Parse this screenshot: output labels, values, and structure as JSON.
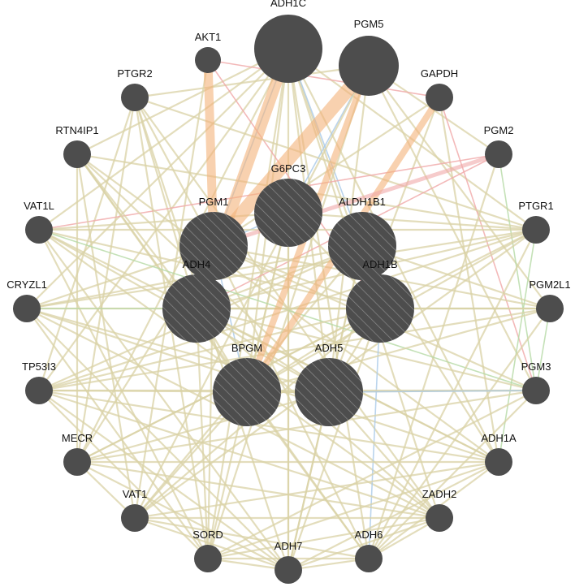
{
  "colors": {
    "node": "#4d4d4d",
    "hatch": "#8a8a8a",
    "edge_coexpression": "#d9d2a6",
    "edge_physical": "#f3b37a",
    "edge_pathway": "#a9c9e8",
    "edge_colocalization": "#b5d9a5",
    "edge_predicted": "#f0a8a8",
    "label": "#111111"
  },
  "nodes": [
    {
      "id": "ADH1C",
      "label": "ADH1C",
      "query": false,
      "weight": 3
    },
    {
      "id": "PGM5",
      "label": "PGM5",
      "query": false,
      "weight": 3
    },
    {
      "id": "AKT1",
      "label": "AKT1",
      "query": false,
      "weight": 1
    },
    {
      "id": "GAPDH",
      "label": "GAPDH",
      "query": false,
      "weight": 1
    },
    {
      "id": "PTGR2",
      "label": "PTGR2",
      "query": false,
      "weight": 1
    },
    {
      "id": "PGM2",
      "label": "PGM2",
      "query": false,
      "weight": 1
    },
    {
      "id": "RTN4IP1",
      "label": "RTN4IP1",
      "query": false,
      "weight": 1
    },
    {
      "id": "G6PC3",
      "label": "G6PC3",
      "query": true,
      "weight": 3
    },
    {
      "id": "PGM1",
      "label": "PGM1",
      "query": true,
      "weight": 3
    },
    {
      "id": "ALDH1B1",
      "label": "ALDH1B1",
      "query": true,
      "weight": 3
    },
    {
      "id": "VAT1L",
      "label": "VAT1L",
      "query": false,
      "weight": 1
    },
    {
      "id": "PTGR1",
      "label": "PTGR1",
      "query": false,
      "weight": 1
    },
    {
      "id": "CRYZL1",
      "label": "CRYZL1",
      "query": false,
      "weight": 1
    },
    {
      "id": "ADH4",
      "label": "ADH4",
      "query": true,
      "weight": 3
    },
    {
      "id": "ADH1B",
      "label": "ADH1B",
      "query": true,
      "weight": 3
    },
    {
      "id": "PGM2L1",
      "label": "PGM2L1",
      "query": false,
      "weight": 1
    },
    {
      "id": "TP53I3",
      "label": "TP53I3",
      "query": false,
      "weight": 1
    },
    {
      "id": "BPGM",
      "label": "BPGM",
      "query": true,
      "weight": 3
    },
    {
      "id": "ADH5",
      "label": "ADH5",
      "query": true,
      "weight": 3
    },
    {
      "id": "PGM3",
      "label": "PGM3",
      "query": false,
      "weight": 1
    },
    {
      "id": "MECR",
      "label": "MECR",
      "query": false,
      "weight": 1
    },
    {
      "id": "ADH1A",
      "label": "ADH1A",
      "query": false,
      "weight": 1
    },
    {
      "id": "VAT1",
      "label": "VAT1",
      "query": false,
      "weight": 1
    },
    {
      "id": "ZADH2",
      "label": "ZADH2",
      "query": false,
      "weight": 1
    },
    {
      "id": "SORD",
      "label": "SORD",
      "query": false,
      "weight": 1
    },
    {
      "id": "ADH6",
      "label": "ADH6",
      "query": false,
      "weight": 1
    },
    {
      "id": "ADH7",
      "label": "ADH7",
      "query": false,
      "weight": 1
    }
  ],
  "edges_strong": [
    {
      "source": "PGM5",
      "target": "PGM1",
      "type": "physical",
      "weight": 5
    },
    {
      "source": "ADH1C",
      "target": "ADH4",
      "type": "physical",
      "weight": 4
    },
    {
      "source": "AKT1",
      "target": "PGM1",
      "type": "physical",
      "weight": 3
    },
    {
      "source": "GAPDH",
      "target": "BPGM",
      "type": "physical",
      "weight": 2
    },
    {
      "source": "PGM2",
      "target": "PGM1",
      "type": "predicted",
      "weight": 1
    },
    {
      "source": "PGM5",
      "target": "BPGM",
      "type": "physical",
      "weight": 2
    }
  ],
  "edges": [
    [
      "ADH1C",
      "PGM1",
      "pathway"
    ],
    [
      "ADH1C",
      "ADH1B",
      "coexpression"
    ],
    [
      "ADH1C",
      "ADH5",
      "coexpression"
    ],
    [
      "ADH1C",
      "ALDH1B1",
      "pathway"
    ],
    [
      "ADH1C",
      "ADH1A",
      "coexpression"
    ],
    [
      "ADH1C",
      "ADH6",
      "coexpression"
    ],
    [
      "ADH1C",
      "ADH7",
      "coexpression"
    ],
    [
      "ADH1C",
      "SORD",
      "coexpression"
    ],
    [
      "ADH1C",
      "PTGR1",
      "coexpression"
    ],
    [
      "ADH1C",
      "VAT1L",
      "coexpression"
    ],
    [
      "ADH1C",
      "RTN4IP1",
      "coexpression"
    ],
    [
      "ADH1C",
      "ZADH2",
      "coexpression"
    ],
    [
      "ADH1C",
      "BPGM",
      "coexpression"
    ],
    [
      "ADH1C",
      "TP53I3",
      "coexpression"
    ],
    [
      "ADH1C",
      "MECR",
      "coexpression"
    ],
    [
      "ADH1C",
      "CRYZL1",
      "coexpression"
    ],
    [
      "PGM5",
      "PGM2",
      "coexpression"
    ],
    [
      "PGM5",
      "PGM3",
      "coexpression"
    ],
    [
      "PGM5",
      "PGM2L1",
      "coexpression"
    ],
    [
      "PGM5",
      "G6PC3",
      "pathway"
    ],
    [
      "PGM5",
      "ADH5",
      "coexpression"
    ],
    [
      "PGM5",
      "VAT1",
      "coexpression"
    ],
    [
      "PGM5",
      "SORD",
      "coexpression"
    ],
    [
      "PGM5",
      "PTGR2",
      "coexpression"
    ],
    [
      "AKT1",
      "ADH1B",
      "predicted"
    ],
    [
      "AKT1",
      "GAPDH",
      "predicted"
    ],
    [
      "AKT1",
      "VAT1",
      "coexpression"
    ],
    [
      "GAPDH",
      "PGM1",
      "coexpression"
    ],
    [
      "GAPDH",
      "ADH5",
      "coexpression"
    ],
    [
      "GAPDH",
      "PGM3",
      "predicted"
    ],
    [
      "GAPDH",
      "ADH1A",
      "coexpression"
    ],
    [
      "PTGR2",
      "PGM1",
      "coexpression"
    ],
    [
      "PTGR2",
      "ADH4",
      "coexpression"
    ],
    [
      "PTGR2",
      "SORD",
      "coexpression"
    ],
    [
      "PTGR2",
      "ADH7",
      "coexpression"
    ],
    [
      "PTGR2",
      "PTGR1",
      "coexpression"
    ],
    [
      "PTGR2",
      "ZADH2",
      "coexpression"
    ],
    [
      "PTGR2",
      "MECR",
      "coexpression"
    ],
    [
      "PTGR2",
      "TP53I3",
      "coexpression"
    ],
    [
      "PGM2",
      "PGM3",
      "colocalization"
    ],
    [
      "PGM2",
      "ADH4",
      "predicted"
    ],
    [
      "PGM2",
      "VAT1L",
      "predicted"
    ],
    [
      "PGM2",
      "ADH6",
      "coexpression"
    ],
    [
      "RTN4IP1",
      "ADH4",
      "coexpression"
    ],
    [
      "RTN4IP1",
      "ADH5",
      "coexpression"
    ],
    [
      "RTN4IP1",
      "PTGR1",
      "coexpression"
    ],
    [
      "RTN4IP1",
      "ADH6",
      "coexpression"
    ],
    [
      "RTN4IP1",
      "MECR",
      "coexpression"
    ],
    [
      "RTN4IP1",
      "VAT1",
      "coexpression"
    ],
    [
      "RTN4IP1",
      "ADH1A",
      "coexpression"
    ],
    [
      "RTN4IP1",
      "BPGM",
      "coexpression"
    ],
    [
      "G6PC3",
      "PGM1",
      "pathway"
    ],
    [
      "G6PC3",
      "ADH1B",
      "coexpression"
    ],
    [
      "G6PC3",
      "BPGM",
      "coexpression"
    ],
    [
      "G6PC3",
      "ADH7",
      "coexpression"
    ],
    [
      "G6PC3",
      "VAT1L",
      "coexpression"
    ],
    [
      "G6PC3",
      "PTGR1",
      "coexpression"
    ],
    [
      "G6PC3",
      "SORD",
      "coexpression"
    ],
    [
      "PGM1",
      "ADH1B",
      "coexpression"
    ],
    [
      "PGM1",
      "BPGM",
      "pathway"
    ],
    [
      "PGM1",
      "PGM3",
      "coexpression"
    ],
    [
      "PGM1",
      "PGM2L1",
      "coexpression"
    ],
    [
      "PGM1",
      "CRYZL1",
      "coexpression"
    ],
    [
      "PGM1",
      "MECR",
      "coexpression"
    ],
    [
      "PGM1",
      "SORD",
      "coexpression"
    ],
    [
      "PGM1",
      "ADH6",
      "coexpression"
    ],
    [
      "ALDH1B1",
      "ADH4",
      "coexpression"
    ],
    [
      "ALDH1B1",
      "ADH5",
      "coexpression"
    ],
    [
      "ALDH1B1",
      "ADH1A",
      "coexpression"
    ],
    [
      "ALDH1B1",
      "VAT1",
      "coexpression"
    ],
    [
      "ALDH1B1",
      "TP53I3",
      "coexpression"
    ],
    [
      "ALDH1B1",
      "CRYZL1",
      "coexpression"
    ],
    [
      "ALDH1B1",
      "PGM2L1",
      "coexpression"
    ],
    [
      "ALDH1B1",
      "ADH7",
      "coexpression"
    ],
    [
      "VAT1L",
      "ADH1B",
      "coexpression"
    ],
    [
      "VAT1L",
      "ADH5",
      "coexpression"
    ],
    [
      "VAT1L",
      "ZADH2",
      "coexpression"
    ],
    [
      "VAT1L",
      "ADH1A",
      "coexpression"
    ],
    [
      "VAT1L",
      "SORD",
      "coexpression"
    ],
    [
      "VAT1L",
      "PGM3",
      "colocalization"
    ],
    [
      "VAT1L",
      "ADH7",
      "coexpression"
    ],
    [
      "VAT1L",
      "PTGR1",
      "coexpression"
    ],
    [
      "PTGR1",
      "ADH4",
      "coexpression"
    ],
    [
      "PTGR1",
      "BPGM",
      "coexpression"
    ],
    [
      "PTGR1",
      "MECR",
      "coexpression"
    ],
    [
      "PTGR1",
      "VAT1",
      "coexpression"
    ],
    [
      "PTGR1",
      "TP53I3",
      "coexpression"
    ],
    [
      "PTGR1",
      "CRYZL1",
      "coexpression"
    ],
    [
      "PTGR1",
      "ADH6",
      "coexpression"
    ],
    [
      "PTGR1",
      "ADH1A",
      "colocalization"
    ],
    [
      "CRYZL1",
      "ADH1B",
      "coexpression"
    ],
    [
      "CRYZL1",
      "ADH5",
      "coexpression"
    ],
    [
      "CRYZL1",
      "PGM2L1",
      "colocalization"
    ],
    [
      "CRYZL1",
      "ZADH2",
      "coexpression"
    ],
    [
      "CRYZL1",
      "ADH7",
      "coexpression"
    ],
    [
      "CRYZL1",
      "ADH1A",
      "coexpression"
    ],
    [
      "CRYZL1",
      "SORD",
      "coexpression"
    ],
    [
      "ADH4",
      "ADH1B",
      "coexpression"
    ],
    [
      "ADH4",
      "ADH5",
      "coexpression"
    ],
    [
      "ADH4",
      "BPGM",
      "coexpression"
    ],
    [
      "ADH4",
      "ADH1A",
      "coexpression"
    ],
    [
      "ADH4",
      "ZADH2",
      "coexpression"
    ],
    [
      "ADH4",
      "PGM2L1",
      "coexpression"
    ],
    [
      "ADH4",
      "PGM3",
      "coexpression"
    ],
    [
      "ADH4",
      "SORD",
      "coexpression"
    ],
    [
      "ADH1B",
      "ADH5",
      "coexpression"
    ],
    [
      "ADH1B",
      "BPGM",
      "coexpression"
    ],
    [
      "ADH1B",
      "TP53I3",
      "coexpression"
    ],
    [
      "ADH1B",
      "MECR",
      "coexpression"
    ],
    [
      "ADH1B",
      "ADH6",
      "pathway"
    ],
    [
      "ADH1B",
      "ADH7",
      "coexpression"
    ],
    [
      "ADH1B",
      "VAT1",
      "coexpression"
    ],
    [
      "ADH1B",
      "PGM2L1",
      "coexpression"
    ],
    [
      "PGM2L1",
      "BPGM",
      "coexpression"
    ],
    [
      "PGM2L1",
      "TP53I3",
      "coexpression"
    ],
    [
      "PGM2L1",
      "ADH6",
      "coexpression"
    ],
    [
      "PGM2L1",
      "PGM3",
      "colocalization"
    ],
    [
      "TP53I3",
      "ADH5",
      "coexpression"
    ],
    [
      "TP53I3",
      "PGM3",
      "coexpression"
    ],
    [
      "TP53I3",
      "ADH1A",
      "coexpression"
    ],
    [
      "TP53I3",
      "SORD",
      "coexpression"
    ],
    [
      "TP53I3",
      "ADH7",
      "coexpression"
    ],
    [
      "TP53I3",
      "ZADH2",
      "coexpression"
    ],
    [
      "BPGM",
      "ADH5",
      "coexpression"
    ],
    [
      "BPGM",
      "ADH6",
      "coexpression"
    ],
    [
      "BPGM",
      "VAT1",
      "coexpression"
    ],
    [
      "BPGM",
      "PGM3",
      "coexpression"
    ],
    [
      "ADH5",
      "ADH7",
      "coexpression"
    ],
    [
      "ADH5",
      "MECR",
      "coexpression"
    ],
    [
      "ADH5",
      "ZADH2",
      "coexpression"
    ],
    [
      "ADH5",
      "PGM3",
      "pathway"
    ],
    [
      "PGM3",
      "MECR",
      "coexpression"
    ],
    [
      "PGM3",
      "SORD",
      "coexpression"
    ],
    [
      "PGM3",
      "ADH6",
      "coexpression"
    ],
    [
      "MECR",
      "ADH1A",
      "coexpression"
    ],
    [
      "MECR",
      "ZADH2",
      "coexpression"
    ],
    [
      "MECR",
      "ADH7",
      "coexpression"
    ],
    [
      "MECR",
      "VAT1",
      "coexpression"
    ],
    [
      "ADH1A",
      "VAT1",
      "coexpression"
    ],
    [
      "ADH1A",
      "SORD",
      "coexpression"
    ],
    [
      "ADH1A",
      "ADH6",
      "coexpression"
    ],
    [
      "ADH1A",
      "ADH7",
      "coexpression"
    ],
    [
      "VAT1",
      "ZADH2",
      "coexpression"
    ],
    [
      "VAT1",
      "ADH6",
      "coexpression"
    ],
    [
      "VAT1",
      "ADH7",
      "coexpression"
    ],
    [
      "ZADH2",
      "SORD",
      "coexpression"
    ],
    [
      "ZADH2",
      "ADH6",
      "coexpression"
    ],
    [
      "ZADH2",
      "ADH7",
      "coexpression"
    ],
    [
      "SORD",
      "ADH6",
      "coexpression"
    ],
    [
      "SORD",
      "ADH7",
      "coexpression"
    ],
    [
      "ADH6",
      "ADH7",
      "coexpression"
    ]
  ]
}
